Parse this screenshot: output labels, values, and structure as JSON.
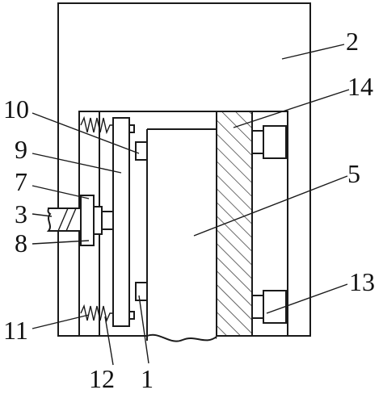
{
  "labels": {
    "l1": "1",
    "l2": "2",
    "l3": "3",
    "l5": "5",
    "l7": "7",
    "l8": "8",
    "l9": "9",
    "l10": "10",
    "l11": "11",
    "l12": "12",
    "l13": "13",
    "l14": "14"
  },
  "colors": {
    "stroke": "#1a1a1a",
    "background": "#ffffff"
  }
}
